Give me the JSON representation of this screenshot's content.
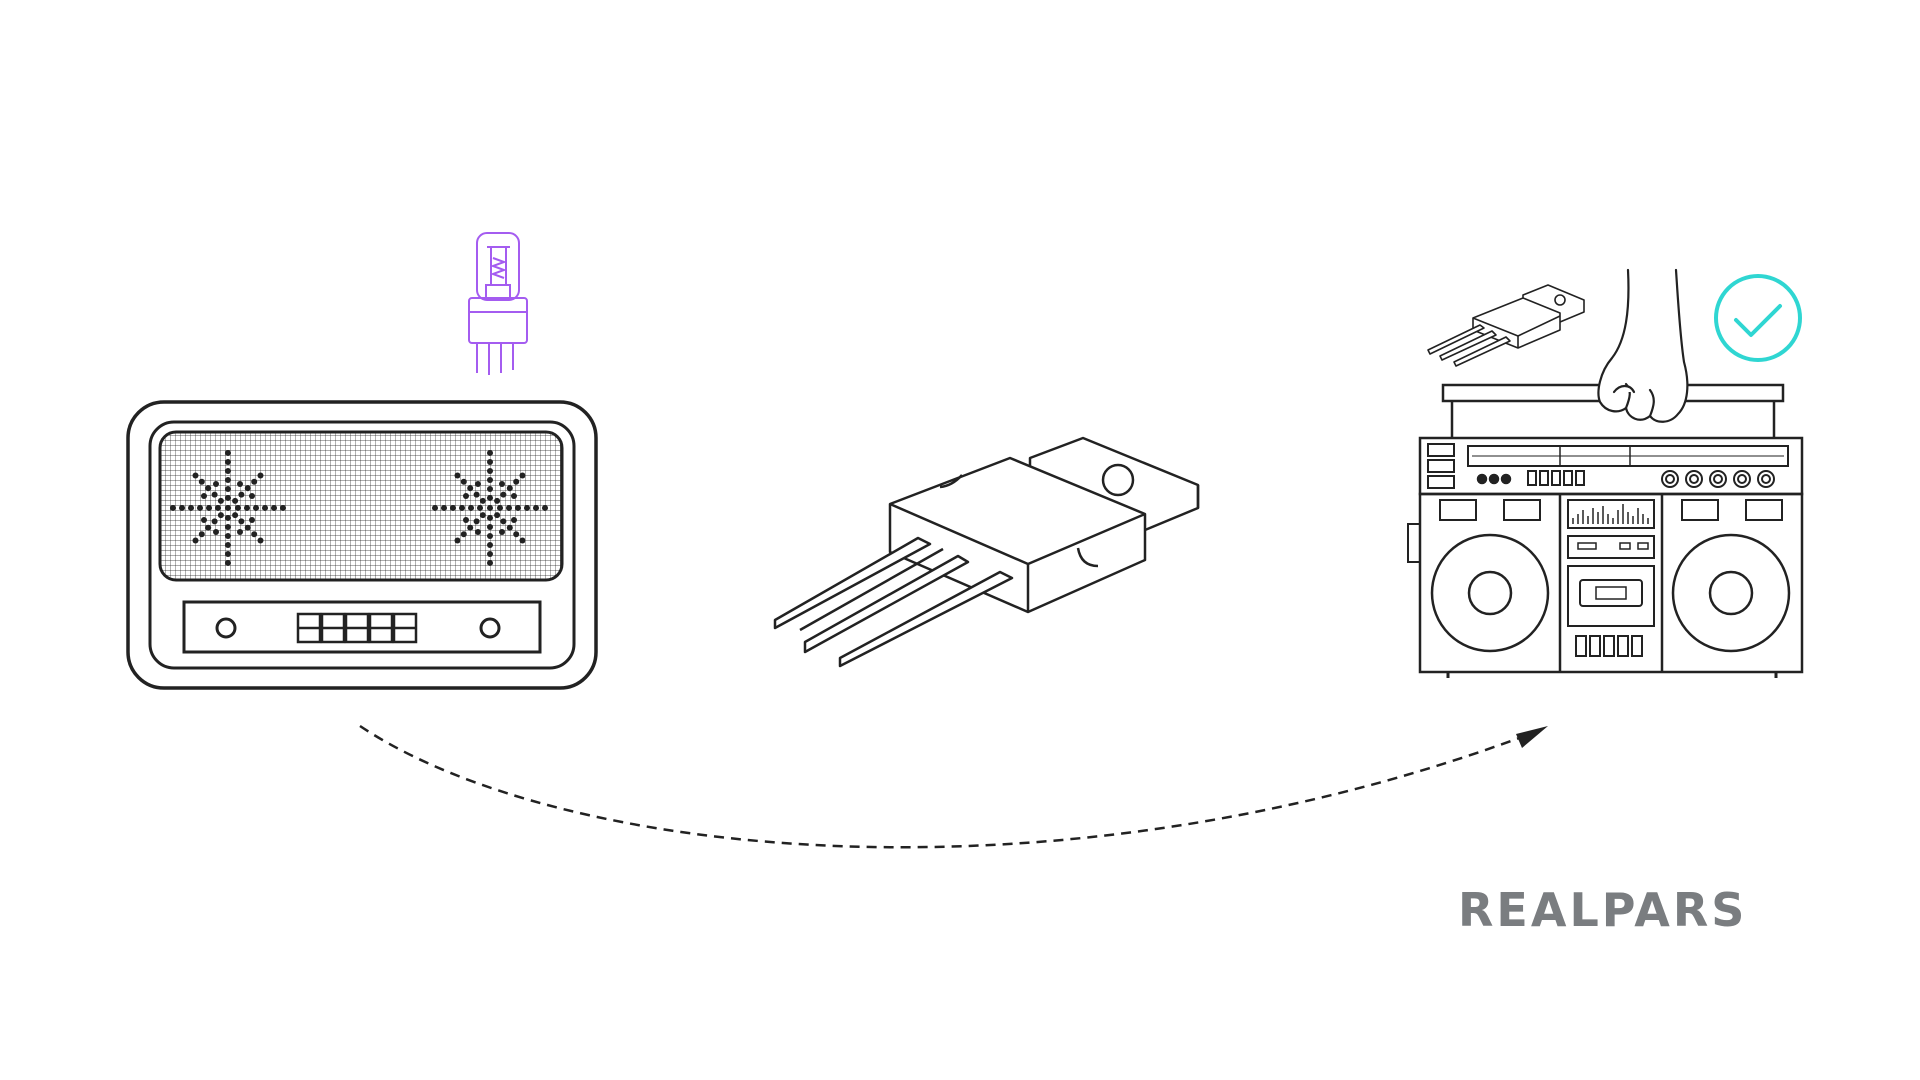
{
  "brand": {
    "logo_text": "REALPARS",
    "color": "#7a7d80"
  },
  "colors": {
    "line": "#222222",
    "tube": "#a45cf0",
    "check": "#2fd6d2"
  },
  "items": [
    {
      "name": "vintage-tube-radio",
      "icon": "radio-icon"
    },
    {
      "name": "vacuum-tube",
      "icon": "vacuum-tube-icon",
      "color": "#a45cf0"
    },
    {
      "name": "transistor",
      "icon": "transistor-icon"
    },
    {
      "name": "small-transistor",
      "icon": "transistor-icon"
    },
    {
      "name": "boombox",
      "icon": "boombox-icon"
    },
    {
      "name": "checkmark",
      "icon": "check-circle-icon",
      "color": "#2fd6d2"
    },
    {
      "name": "transition-arrow",
      "icon": "dashed-arrow-icon"
    }
  ]
}
